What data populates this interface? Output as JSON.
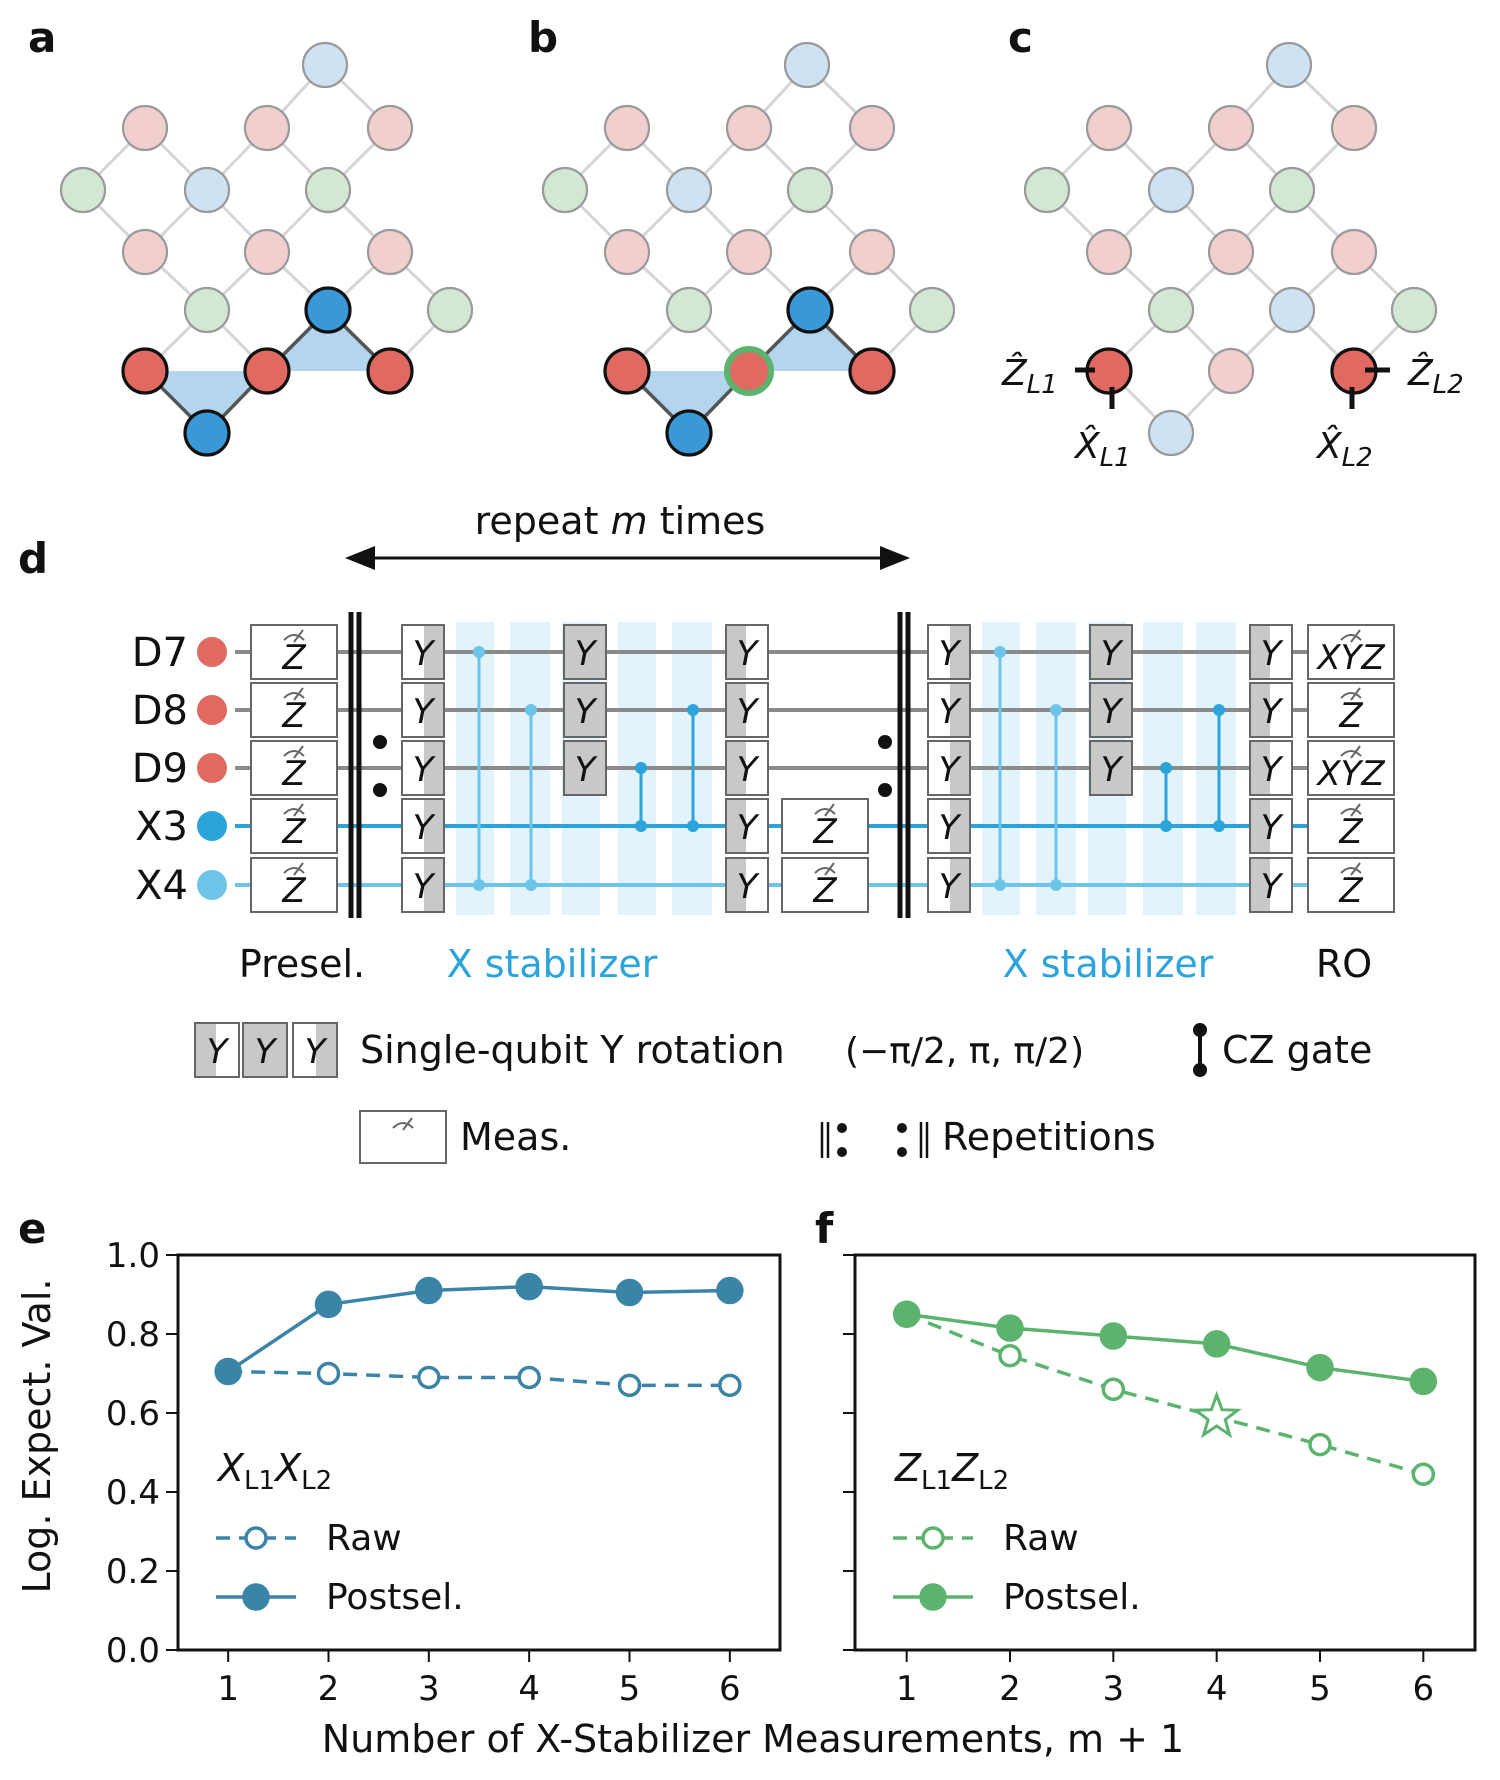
{
  "panels": {
    "a": "a",
    "b": "b",
    "c": "c",
    "d": "d",
    "e": "e",
    "f": "f"
  },
  "panel_c_labels": {
    "z_l1": "Ẑ",
    "z_l1_sub": "L1",
    "x_l1": "X̂",
    "x_l1_sub": "L1",
    "z_l2": "Ẑ",
    "z_l2_sub": "L2",
    "x_l2": "X̂",
    "x_l2_sub": "L2"
  },
  "circuit": {
    "repeat_prefix": "repeat ",
    "repeat_var": "m",
    "repeat_suffix": " times",
    "qubits": [
      "D7",
      "D8",
      "D9",
      "X3",
      "X4"
    ],
    "gate_y": "Y",
    "gate_z": "Z",
    "gate_xyz": "XYZ",
    "labels": {
      "presel": "Presel.",
      "x_stab_1": "X stabilizer",
      "x_stab_2": "X stabilizer",
      "ro": "RO"
    }
  },
  "legend": {
    "y_rotation": "Single-qubit Y rotation",
    "y_rotation_args": "(−π/2, π, π/2)",
    "cz": "CZ gate",
    "meas": "Meas.",
    "reps": "Repetitions"
  },
  "colors": {
    "red_bold": "#e06a62",
    "red_faint": "#f2cfcf",
    "blue_bold": "#3a98d6",
    "blue_faint": "#cfe2f3",
    "green_faint": "#d3e8d4",
    "green_ring": "#5cb36d",
    "stab_fill": "#b3d6ee",
    "x3_wire": "#2ba3db",
    "x4_wire": "#6cc4e8",
    "series_e": "#3a84a8",
    "series_f": "#5cb36d"
  },
  "chart_data": [
    {
      "type": "line",
      "panel": "e",
      "annotation_main": "X",
      "annotation_sub1": "L1",
      "annotation_mid": "X",
      "annotation_sub2": "L2",
      "ylabel": "Log. Expect. Val.",
      "xlabel": "Number of X-Stabilizer Measurements, m + 1",
      "x": [
        1,
        2,
        3,
        4,
        5,
        6
      ],
      "xticks": [
        "1",
        "2",
        "3",
        "4",
        "5",
        "6"
      ],
      "yticks": [
        "0.0",
        "0.2",
        "0.4",
        "0.6",
        "0.8",
        "1.0"
      ],
      "ylim": [
        0.0,
        1.0
      ],
      "xlim": [
        0.5,
        6.5
      ],
      "legend_placement": "lower-left",
      "series": [
        {
          "name": "Raw",
          "style": "dashed-open",
          "values": [
            0.705,
            0.7,
            0.69,
            0.69,
            0.67,
            0.67
          ]
        },
        {
          "name": "Postsel.",
          "style": "solid-filled",
          "values": [
            0.705,
            0.875,
            0.91,
            0.92,
            0.905,
            0.91
          ]
        }
      ]
    },
    {
      "type": "line",
      "panel": "f",
      "annotation_main": "Z",
      "annotation_sub1": "L1",
      "annotation_mid": "Z",
      "annotation_sub2": "L2",
      "x": [
        1,
        2,
        3,
        4,
        5,
        6
      ],
      "xticks": [
        "1",
        "2",
        "3",
        "4",
        "5",
        "6"
      ],
      "ylim": [
        0.0,
        1.0
      ],
      "xlim": [
        0.5,
        6.5
      ],
      "legend_placement": "lower-left",
      "star_point": {
        "x": 4,
        "y": 0.59
      },
      "series": [
        {
          "name": "Raw",
          "style": "dashed-open",
          "values": [
            0.85,
            0.745,
            0.66,
            null,
            0.52,
            0.445
          ]
        },
        {
          "name": "Postsel.",
          "style": "solid-filled",
          "values": [
            0.85,
            0.815,
            0.795,
            0.775,
            0.715,
            0.68
          ]
        }
      ]
    }
  ]
}
